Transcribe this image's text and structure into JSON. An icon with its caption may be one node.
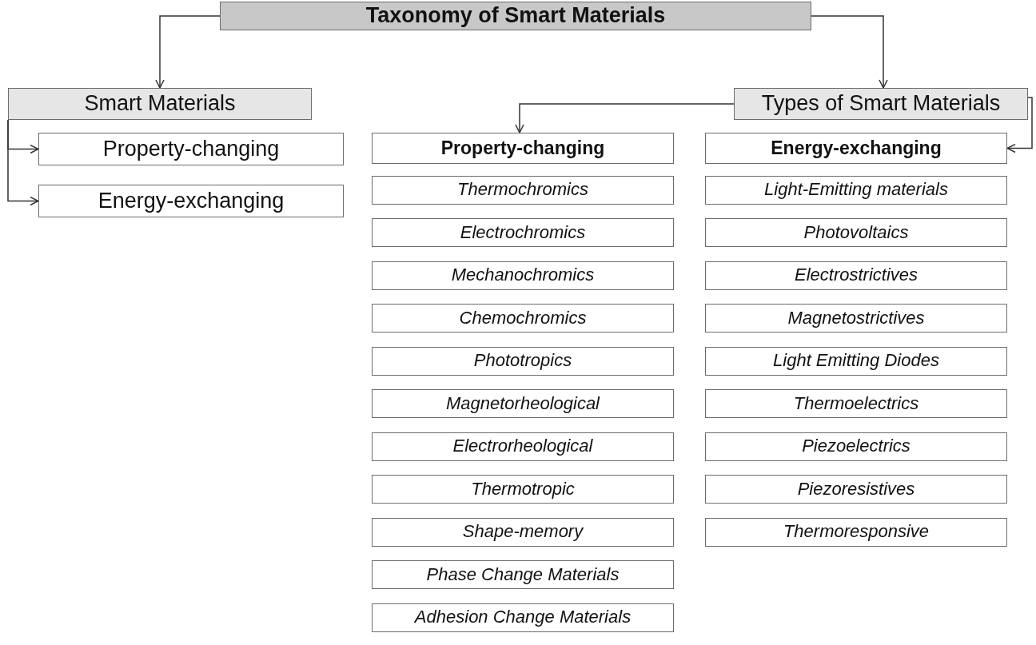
{
  "diagram": {
    "nodes": [
      {
        "text": [
          "Taxonomy of Smart Materials"
        ]
      },
      {
        "text": [
          "Smart Materials"
        ]
      },
      {
        "text": [
          "Property-changing"
        ]
      },
      {
        "text": [
          "Energy-exchanging"
        ]
      },
      {
        "text": [
          "Types of Smart Materials"
        ]
      },
      {
        "text": [
          "Property-changing"
        ]
      },
      {
        "text": [
          "Thermochromics"
        ]
      },
      {
        "text": [
          "Electrochromics"
        ]
      },
      {
        "text": [
          "Mechanochromics"
        ]
      },
      {
        "text": [
          "Chemochromics"
        ]
      },
      {
        "text": [
          "Phototropics"
        ]
      },
      {
        "text": [
          "Magnetorheological"
        ]
      },
      {
        "text": [
          "Electrorheological"
        ]
      },
      {
        "text": [
          "Thermotropic"
        ]
      },
      {
        "text": [
          "Shape-memory"
        ]
      },
      {
        "text": [
          "Phase Change Materials"
        ]
      },
      {
        "text": [
          "Adhesion Change Materials"
        ]
      },
      {
        "text": [
          "Energy-exchanging"
        ]
      },
      {
        "text": [
          "Light-Emitting materials"
        ]
      },
      {
        "text": [
          "Photovoltaics"
        ]
      },
      {
        "text": [
          "Electrostrictives"
        ]
      },
      {
        "text": [
          "Magnetostrictives"
        ]
      },
      {
        "text": [
          "Light Emitting Diodes"
        ]
      },
      {
        "text": [
          "Thermoelectrics"
        ]
      },
      {
        "text": [
          "Piezoelectrics"
        ]
      },
      {
        "text": [
          "Piezoresistives"
        ]
      },
      {
        "text": [
          "Thermoresponsive"
        ]
      }
    ],
    "edges": [
      {
        "from": 0,
        "to": 1,
        "arrow": "to"
      },
      {
        "from": 0,
        "to": 4,
        "arrow": "to"
      },
      {
        "from": 1,
        "to": 2,
        "arrow": "to"
      },
      {
        "from": 1,
        "to": 3,
        "arrow": "to"
      },
      {
        "from": 4,
        "to": 5,
        "arrow": "to"
      },
      {
        "from": 4,
        "to": 17,
        "arrow": "to"
      }
    ]
  }
}
